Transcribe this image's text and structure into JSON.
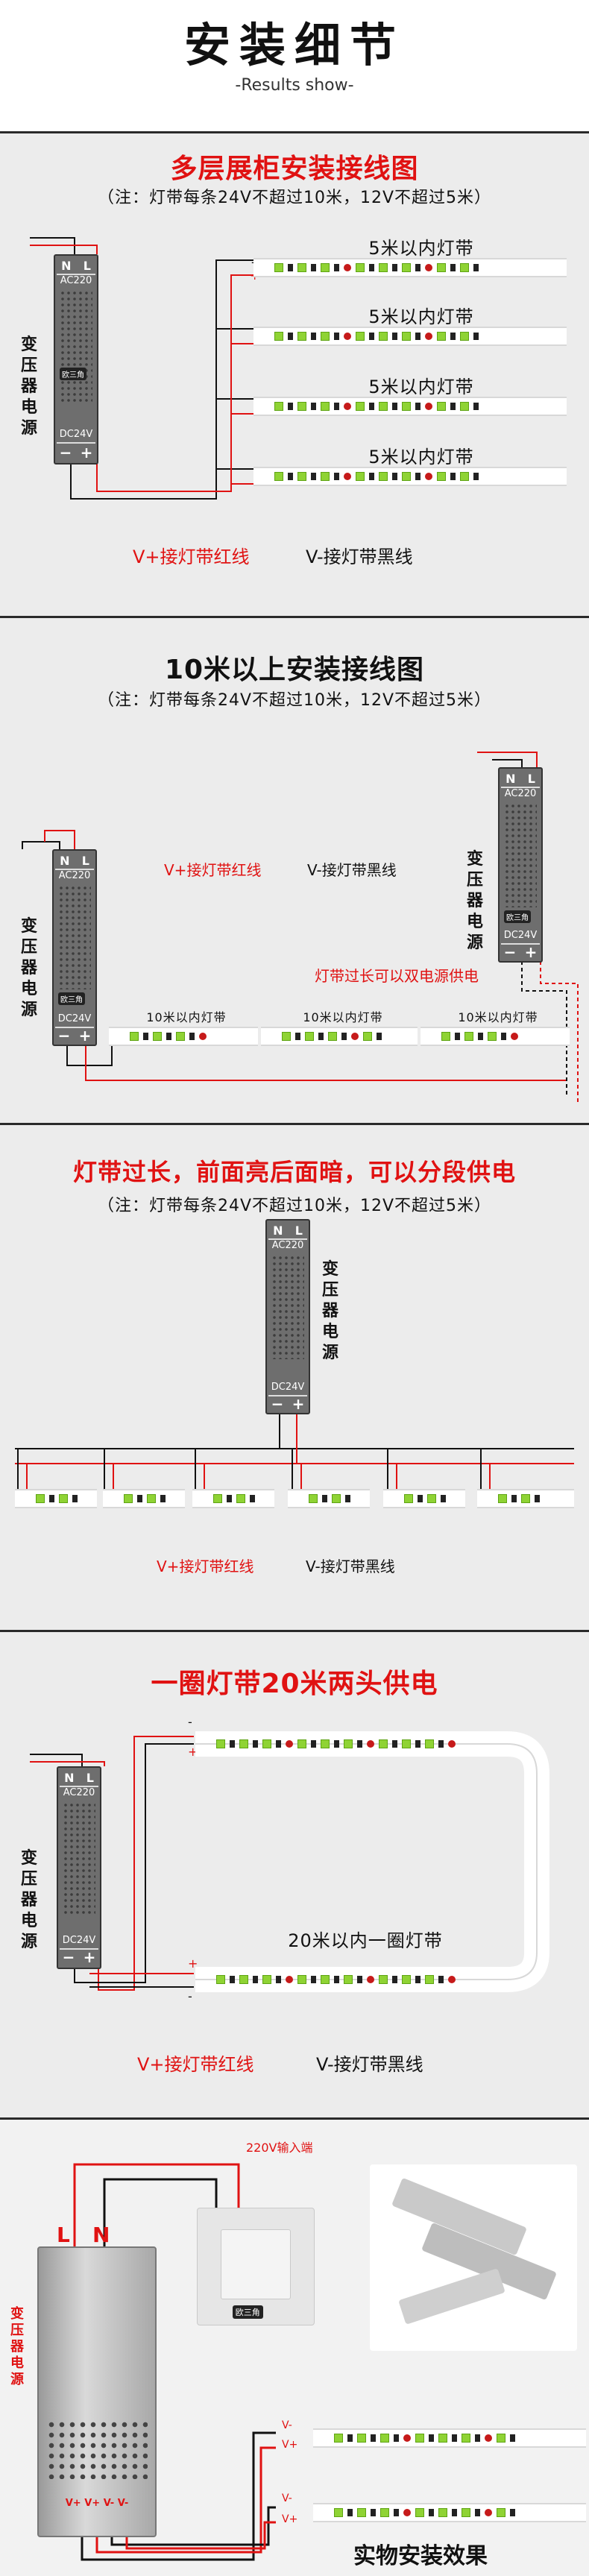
{
  "header": {
    "title": "安装细节",
    "subtitle": "-Results show-"
  },
  "sec1": {
    "title": "多层展柜安装接线图",
    "note": "（注：灯带每条24V不超过10米，12V不超过5米）",
    "strip_label": "5米以内灯带",
    "v_plus": "V+接灯带红线",
    "v_minus": "V-接灯带黑线"
  },
  "sec2": {
    "title": "10米以上安装接线图",
    "note": "（注：灯带每条24V不超过10米，12V不超过5米）",
    "strip_label": "10米以内灯带",
    "v_plus": "V+接灯带红线",
    "v_minus": "V-接灯带黑线",
    "dual_note": "灯带过长可以双电源供电"
  },
  "sec3": {
    "title": "灯带过长，前面亮后面暗，可以分段供电",
    "note": "（注：灯带每条24V不超过10米，12V不超过5米）",
    "v_plus": "V+接灯带红线",
    "v_minus": "V-接灯带黑线"
  },
  "sec4": {
    "title": "一圈灯带20米两头供电",
    "loop_label": "20米以内一圈灯带",
    "v_plus": "V+接灯带红线",
    "v_minus": "V-接灯带黑线"
  },
  "sec5": {
    "input_label": "220V输入端",
    "l_label": "L",
    "n_label": "N",
    "side_label": "变压器电源",
    "terminal_labels": "V+ V+ V- V-",
    "wire_labels": [
      "V-",
      "V+",
      "V-",
      "V+"
    ],
    "caption": "实物安装效果",
    "switch_brand": "欧三角"
  },
  "transformer": {
    "n": "N",
    "l": "L",
    "ac": "AC220",
    "dc": "DC24V",
    "minus": "−",
    "plus": "+",
    "side_label": "变压器电源",
    "brand": "欧三角"
  },
  "colors": {
    "red": "#e01212",
    "led_green": "#8fd334",
    "body_grey": "#6e6e6e"
  }
}
